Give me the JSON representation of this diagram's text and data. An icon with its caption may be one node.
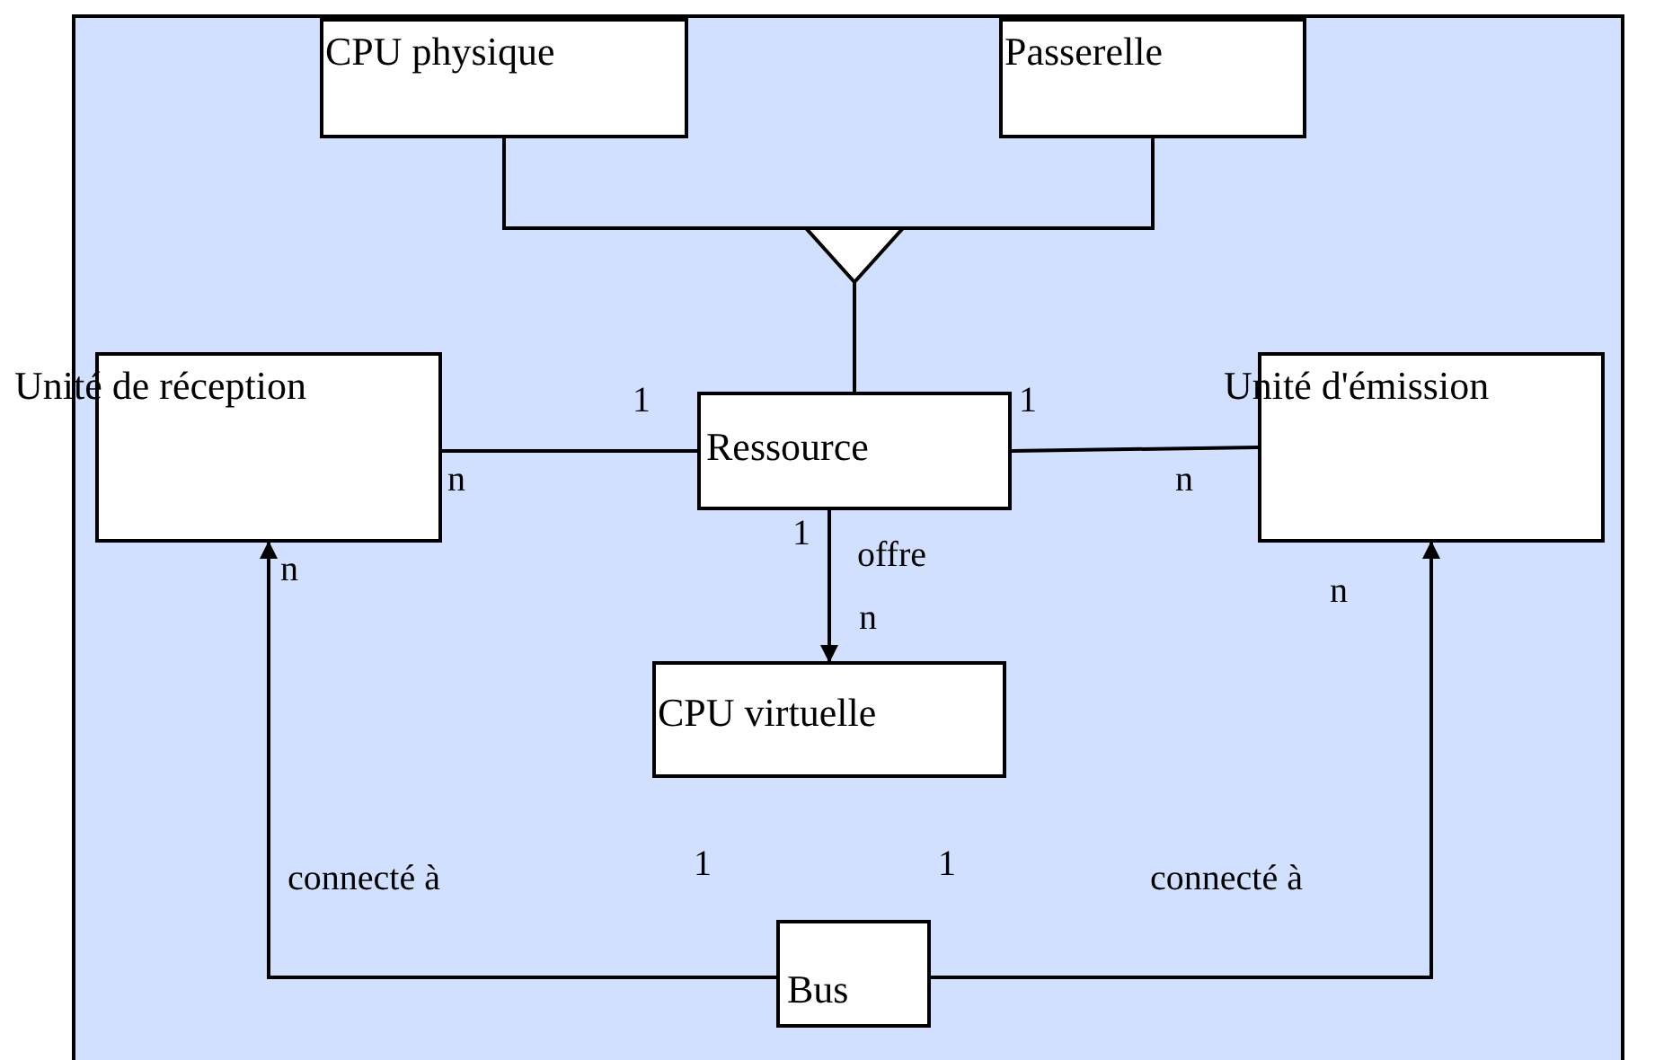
{
  "diagram": {
    "nodes": [
      {
        "text": [
          "CPU physique"
        ]
      },
      {
        "text": [
          "Passerelle"
        ]
      },
      {
        "text": [
          "Unité de réception"
        ]
      },
      {
        "text": [
          "Ressource"
        ]
      },
      {
        "text": [
          "Unité d'émission"
        ]
      },
      {
        "text": [
          "CPU virtuelle"
        ]
      },
      {
        "text": [
          "Bus"
        ]
      }
    ],
    "edges": [
      {
        "from": 0,
        "to": 3,
        "arrow": "to"
      },
      {
        "from": 1,
        "to": 3,
        "arrow": "to"
      },
      {
        "from": 3,
        "to": 2,
        "arrow": "none"
      },
      {
        "from": 3,
        "to": 4,
        "arrow": "none"
      },
      {
        "from": 3,
        "to": 5,
        "arrow": "to",
        "label": "offre"
      },
      {
        "from": 6,
        "to": 2,
        "arrow": "to",
        "label": "connecté à"
      },
      {
        "from": 6,
        "to": 4,
        "arrow": "to",
        "label": "connecté à"
      }
    ],
    "labels": [
      "1",
      "1",
      "n",
      "n",
      "1",
      "n",
      "n",
      "n",
      "1",
      "1"
    ]
  }
}
